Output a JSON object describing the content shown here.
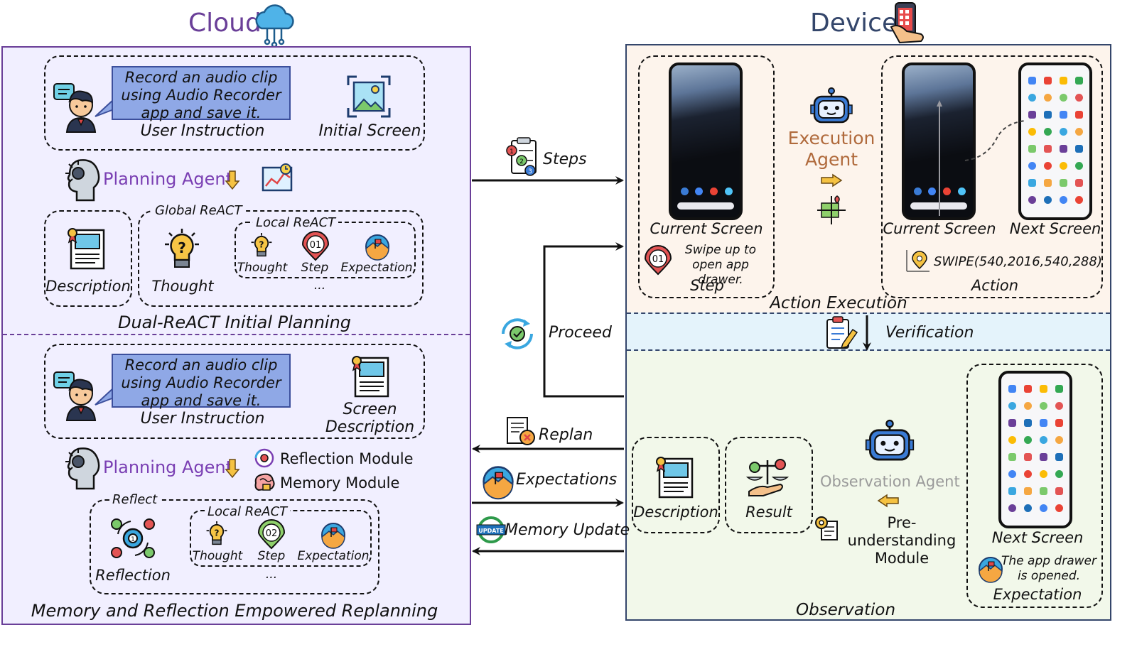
{
  "cloud": {
    "title": "Cloud",
    "initial_planning": {
      "instruction_text": [
        "Record an audio clip",
        "using Audio Recorder",
        "app and save it."
      ],
      "user_instruction_label": "User Instruction",
      "initial_screen_label": "Initial Screen",
      "planning_agent_label": "Planning Agent",
      "global_react_label": "Global ReACT",
      "local_react_label": "Local ReACT",
      "description_label": "Description",
      "thought_label": "Thought",
      "local_thought_label": "Thought",
      "step_label": "Step",
      "step_badge": "01",
      "expectation_label": "Expectation",
      "ellipsis": "...",
      "section_title": "Dual-ReACT Initial Planning"
    },
    "replanning": {
      "instruction_text": [
        "Record an audio clip",
        "using Audio Recorder",
        "app and save it."
      ],
      "user_instruction_label": "User Instruction",
      "screen_description_label": [
        "Screen",
        "Description"
      ],
      "planning_agent_label": "Planning Agent",
      "reflection_module_label": "Reflection Module",
      "memory_module_label": "Memory Module",
      "reflect_label": "Reflect",
      "reflection_label": "Reflection",
      "local_react_label": "Local ReACT",
      "thought_label": "Thought",
      "step_label": "Step",
      "step_badge": "02",
      "expectation_label": "Expectation",
      "ellipsis": "...",
      "section_title": "Memory and Reflection Empowered Replanning"
    }
  },
  "device": {
    "title": "Device",
    "action_execution": {
      "current_screen_label": "Current Screen",
      "step_badge": "01",
      "step_text": [
        "Swipe up to",
        "open app drawer."
      ],
      "step_label": "Step",
      "execution_agent_label": [
        "Execution",
        "Agent"
      ],
      "current_screen_label_2": "Current Screen",
      "next_screen_label": "Next Screen",
      "action_text": "SWIPE(540,2016,540,288)",
      "action_label": "Action",
      "section_title": "Action Execution"
    },
    "verification_label": "Verification",
    "observation": {
      "description_label": "Description",
      "result_label": "Result",
      "observation_agent_label": "Observation Agent",
      "pre_understanding_label": [
        "Pre-understanding",
        "Module"
      ],
      "next_screen_label": "Next Screen",
      "expectation_text": [
        "The app drawer",
        "is opened."
      ],
      "expectation_label": "Expectation",
      "section_title": "Observation"
    }
  },
  "flows": {
    "steps": "Steps",
    "proceed": "Proceed",
    "replan": "Replan",
    "expectations": "Expectations",
    "memory_update": "Memory Update",
    "update_badge": "UPDATE"
  },
  "colors": {
    "cloud_border": "#6a3f98",
    "cloud_bg": "#f1efff",
    "device_border": "#34466b",
    "action_bg": "#fdf4ec",
    "verification_bg": "#e4f3fb",
    "observation_bg": "#f2f8ea",
    "instruction_bubble": "#8fa8e6",
    "planning_agent_text": "#7a3fb3",
    "execution_agent_text": "#b06a3c",
    "observation_agent_text": "#9a9a9a"
  }
}
